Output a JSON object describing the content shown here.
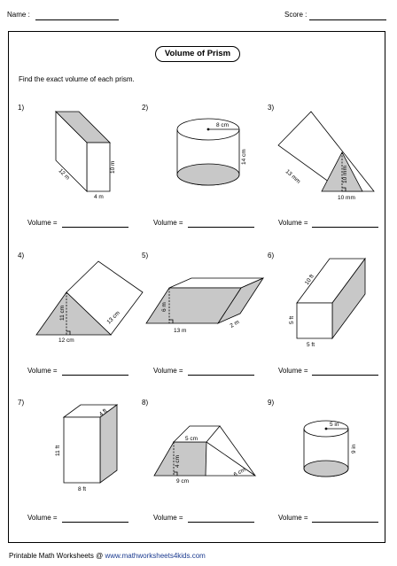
{
  "header": {
    "name_label": "Name :",
    "score_label": "Score :"
  },
  "title": "Volume of Prism",
  "instructions": "Find the exact volume of each prism.",
  "answer_label": "Volume =",
  "problems": [
    {
      "num": "1)",
      "labels": [
        "12 m",
        "10 m",
        "4 m"
      ]
    },
    {
      "num": "2)",
      "labels": [
        "8 cm",
        "14 cm"
      ]
    },
    {
      "num": "3)",
      "labels": [
        "13 mm",
        "10 mm",
        "10 mm"
      ]
    },
    {
      "num": "4)",
      "labels": [
        "11 cm",
        "12 cm",
        "13 cm"
      ]
    },
    {
      "num": "5)",
      "labels": [
        "6 m",
        "13 m",
        "2 m"
      ]
    },
    {
      "num": "6)",
      "labels": [
        "10 ft",
        "5 ft",
        "5 ft"
      ]
    },
    {
      "num": "7)",
      "labels": [
        "4 ft",
        "11 ft",
        "8 ft"
      ]
    },
    {
      "num": "8)",
      "labels": [
        "5 cm",
        "4 cm",
        "9 cm",
        "6 cm"
      ]
    },
    {
      "num": "9)",
      "labels": [
        "5 in",
        "9 in"
      ]
    }
  ],
  "footer": {
    "prefix": "Printable Math Worksheets @ ",
    "site": "www.mathworksheets4kids.com"
  },
  "colors": {
    "shade": "#c8c8c8",
    "shade_dark": "#b4b4b4",
    "brand": "#1a3a8f"
  }
}
